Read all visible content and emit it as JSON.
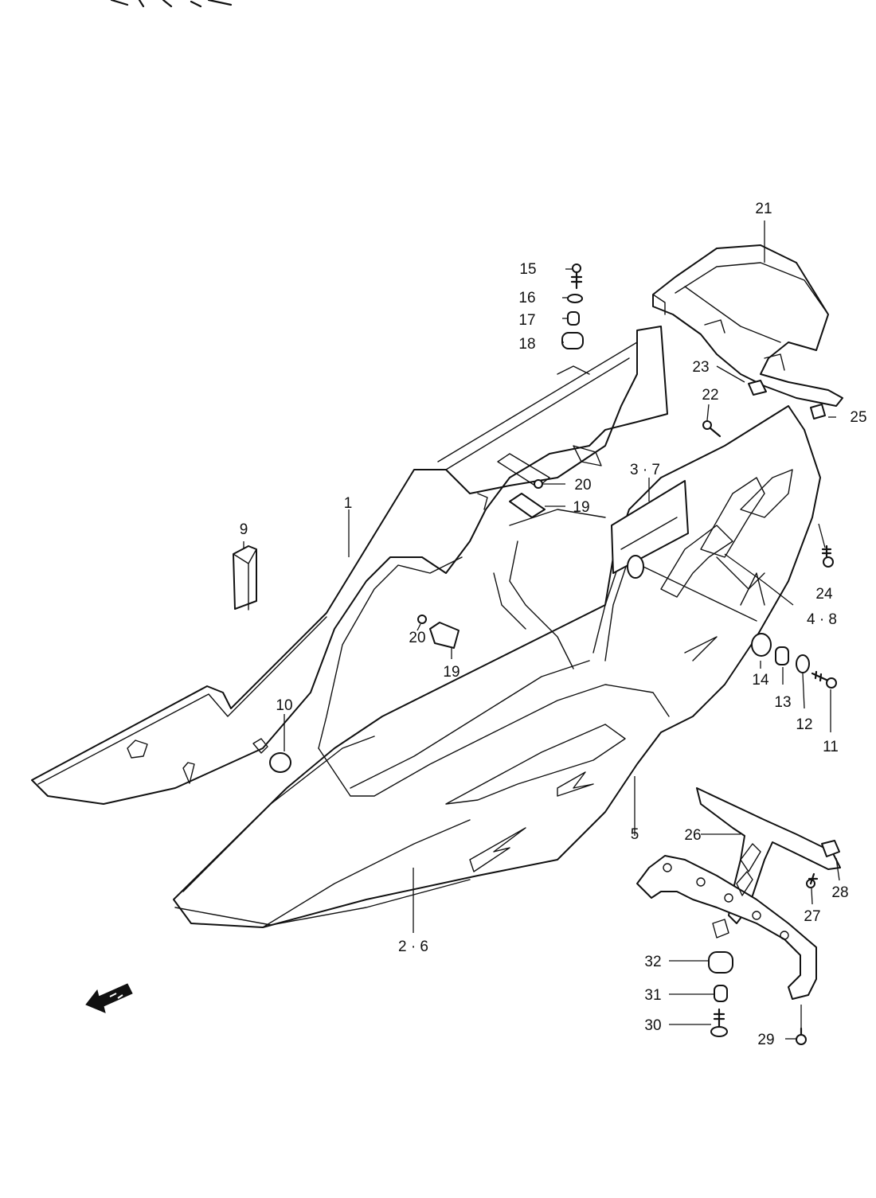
{
  "header": {
    "title": ""
  },
  "labels": {
    "p1": "1",
    "p2_6": "2 · 6",
    "p3_7": "3 · 7",
    "p4_8": "4 · 8",
    "p5": "5",
    "p9": "9",
    "p10": "10",
    "p11": "11",
    "p12": "12",
    "p13": "13",
    "p14": "14",
    "p15": "15",
    "p16": "16",
    "p17": "17",
    "p18": "18",
    "p19a": "19",
    "p19b": "19",
    "p20a": "20",
    "p20b": "20",
    "p21": "21",
    "p22": "22",
    "p23": "23",
    "p24": "24",
    "p25": "25",
    "p26": "26",
    "p27": "27",
    "p28": "28",
    "p29": "29",
    "p30": "30",
    "p31": "31",
    "p32": "32"
  },
  "icons": {
    "front_arrow": "front-direction-arrow-icon"
  },
  "colors": {
    "ink": "#111111",
    "paper": "#ffffff"
  }
}
